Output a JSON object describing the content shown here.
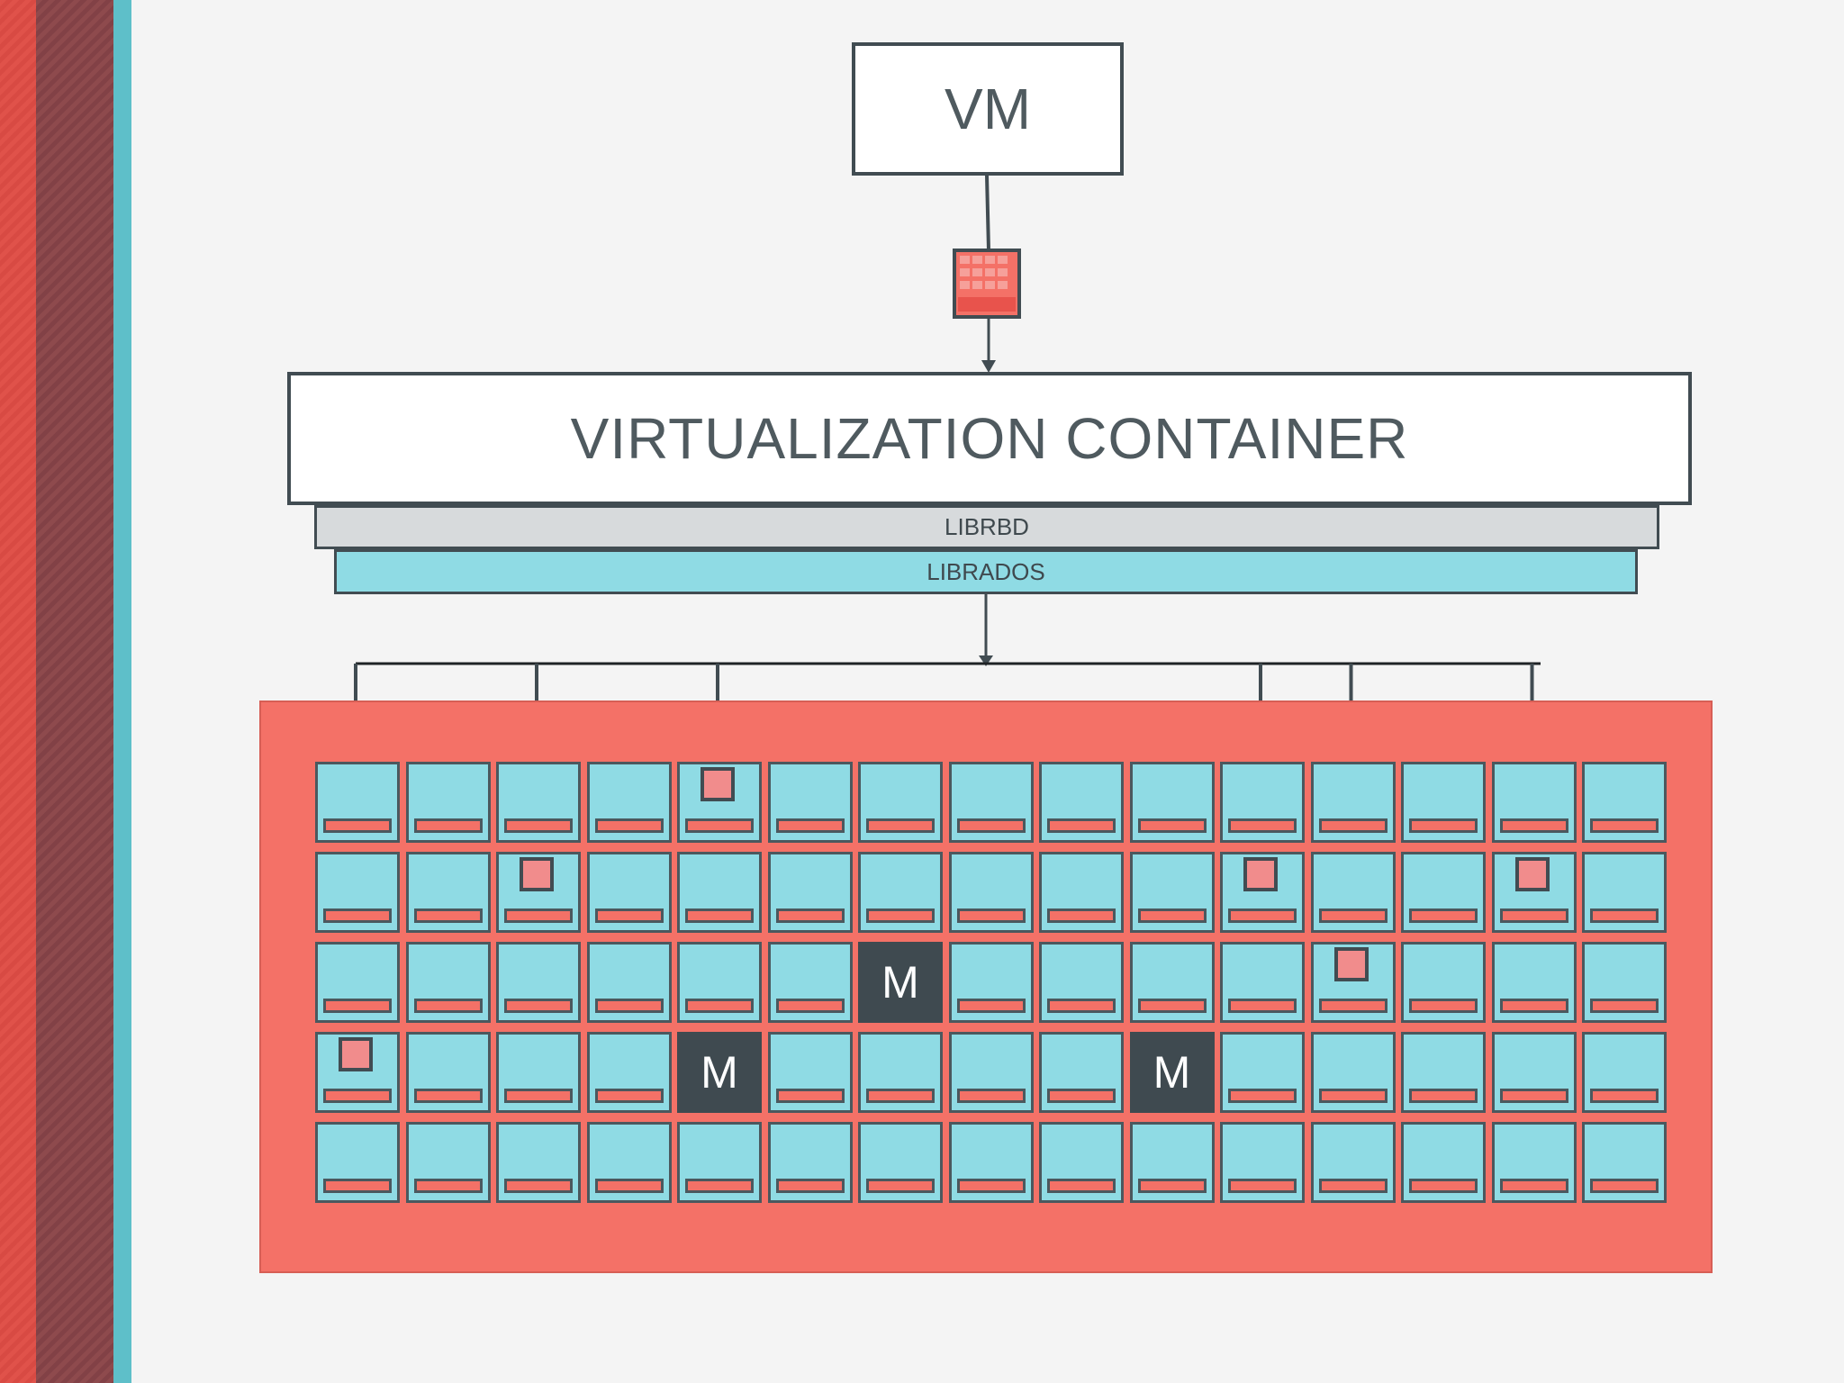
{
  "vm": {
    "label": "VM"
  },
  "container": {
    "label": "VIRTUALIZATION CONTAINER"
  },
  "librbd": {
    "label": "LIBRBD"
  },
  "librados": {
    "label": "LIBRADOS"
  },
  "cluster": {
    "rows": 5,
    "cols": 15,
    "monitor_label": "M",
    "monitors": [
      [
        2,
        6
      ],
      [
        3,
        4
      ],
      [
        3,
        9
      ]
    ],
    "objects": [
      [
        0,
        4
      ],
      [
        1,
        2
      ],
      [
        1,
        10
      ],
      [
        1,
        13
      ],
      [
        2,
        11
      ],
      [
        3,
        0
      ]
    ]
  },
  "colors": {
    "red": "#f47167",
    "teal": "#8fdbe4",
    "dark": "#414c52",
    "gray": "#d7dadc",
    "object": "#f18c8c"
  }
}
